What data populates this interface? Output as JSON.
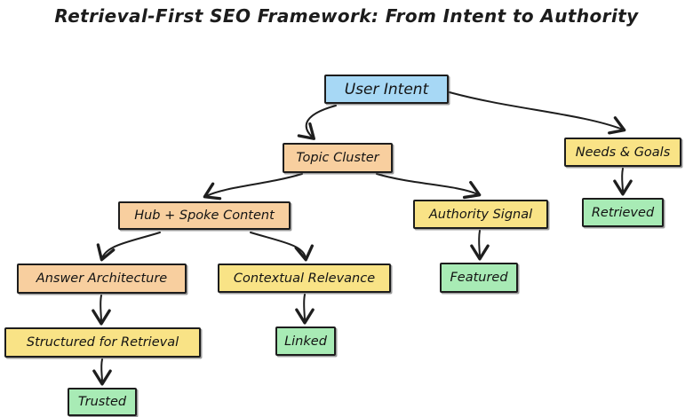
{
  "title": "Retrieval-First SEO Framework: From Intent to Authority",
  "colors": {
    "blue": "#a7d8f5",
    "peach": "#f8cf9f",
    "yellow": "#f9e386",
    "green": "#a8ebb5",
    "border": "#1d1d1d",
    "arrow": "#1e1e1e",
    "background": "#ffffff"
  },
  "nodes": {
    "user_intent": {
      "label": "User Intent",
      "fill": "blue"
    },
    "topic_cluster": {
      "label": "Topic Cluster",
      "fill": "peach"
    },
    "needs_goals": {
      "label": "Needs & Goals",
      "fill": "yellow"
    },
    "retrieved": {
      "label": "Retrieved",
      "fill": "green"
    },
    "hub_spoke": {
      "label": "Hub + Spoke Content",
      "fill": "peach"
    },
    "authority_signal": {
      "label": "Authority Signal",
      "fill": "yellow"
    },
    "featured": {
      "label": "Featured",
      "fill": "green"
    },
    "answer_architecture": {
      "label": "Answer Architecture",
      "fill": "peach"
    },
    "contextual_relevance": {
      "label": "Contextual Relevance",
      "fill": "yellow"
    },
    "structured_retrieval": {
      "label": "Structured for Retrieval",
      "fill": "yellow"
    },
    "linked": {
      "label": "Linked",
      "fill": "green"
    },
    "trusted": {
      "label": "Trusted",
      "fill": "green"
    }
  },
  "edges": [
    {
      "from": "user_intent",
      "to": "topic_cluster"
    },
    {
      "from": "user_intent",
      "to": "needs_goals"
    },
    {
      "from": "topic_cluster",
      "to": "hub_spoke"
    },
    {
      "from": "topic_cluster",
      "to": "authority_signal"
    },
    {
      "from": "needs_goals",
      "to": "retrieved"
    },
    {
      "from": "hub_spoke",
      "to": "answer_architecture"
    },
    {
      "from": "hub_spoke",
      "to": "contextual_relevance"
    },
    {
      "from": "authority_signal",
      "to": "featured"
    },
    {
      "from": "answer_architecture",
      "to": "structured_retrieval"
    },
    {
      "from": "contextual_relevance",
      "to": "linked"
    },
    {
      "from": "structured_retrieval",
      "to": "trusted"
    }
  ]
}
